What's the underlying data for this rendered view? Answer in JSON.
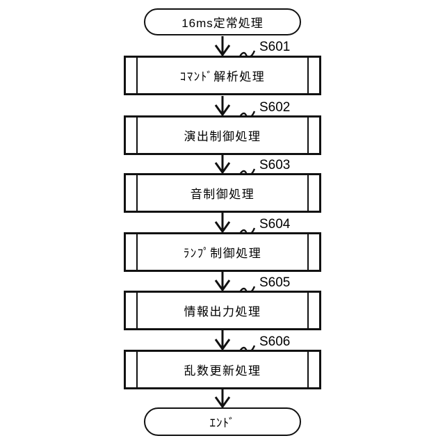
{
  "flowchart": {
    "title_note": "16ms periodic processing flowchart",
    "colors": {
      "line": "#111111",
      "background": "#ffffff"
    },
    "start": {
      "label": "16ms定常処理"
    },
    "end": {
      "label": "ｴﾝﾄﾞ"
    },
    "steps": [
      {
        "id": "S601",
        "label": "ｺﾏﾝﾄﾞ解析処理"
      },
      {
        "id": "S602",
        "label": "演出制御処理"
      },
      {
        "id": "S603",
        "label": "音制御処理"
      },
      {
        "id": "S604",
        "label": "ﾗﾝﾌﾟ制御処理"
      },
      {
        "id": "S605",
        "label": "情報出力処理"
      },
      {
        "id": "S606",
        "label": "乱数更新処理"
      }
    ]
  }
}
